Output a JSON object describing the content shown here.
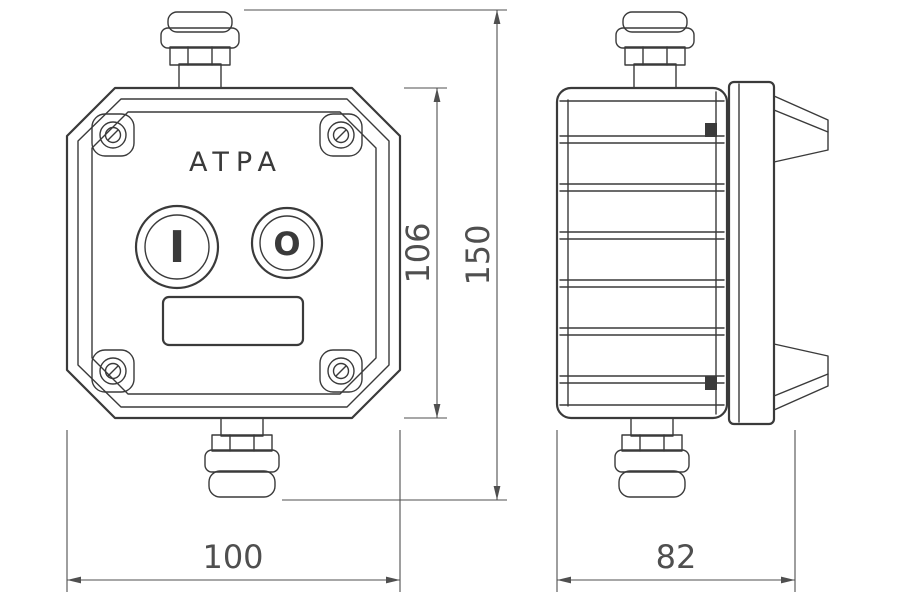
{
  "front_view": {
    "label": "ATPA",
    "button_on_symbol": "I",
    "button_off_symbol": "O"
  },
  "dimensions": {
    "body_height": "106",
    "total_height": "150",
    "front_width": "100",
    "side_width": "82"
  },
  "colors": {
    "line": "#3a3a3a",
    "dim": "#4f4f4f",
    "bg": "#ffffff"
  }
}
